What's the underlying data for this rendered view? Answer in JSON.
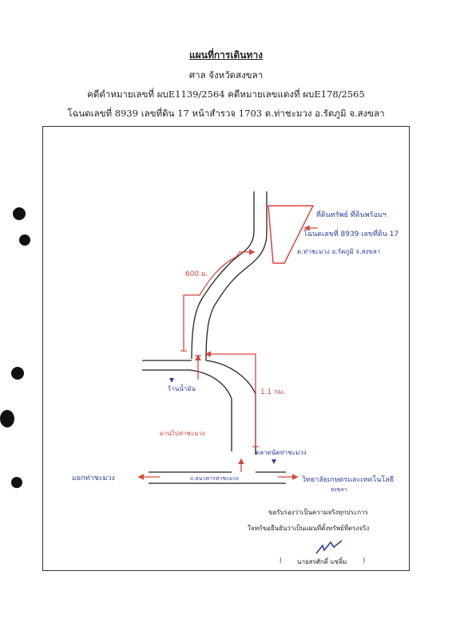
{
  "header": {
    "title": "แผนที่การเดินทาง",
    "court": "ศาล จังหวัดสงขลา",
    "case_line": "คดีดำหมายเลขที่ ผบE1139/2564 คดีหมายเลขแดงที่ ผบE178/2565",
    "property_line": "โฉนดเลขที่ 8939  เลขที่ดิน 17 หน้าสำรวจ 1703 ต.ท่าชะมวง อ.รัตภูมิ จ.สงขลา"
  },
  "map": {
    "land_label_lines": [
      "ที่ดินทรัพย์ ที่ดินพร้อมฯ",
      "โฉนดเลขที่ 8939  เลขที่ดิน 17",
      "ต.ท่าชะมวง อ.รัตภูมิ จ.สงขลา"
    ],
    "distance_top": "600 ม.",
    "distance_mid": "1.1 กม.",
    "landmark_shop": "ร้านน้ำมัน",
    "landmark_market": "ตลาดนัดท่าชะมวง",
    "red_label_left": "ผ่านไปท่าชะมวง",
    "road_name": "ถ.ธนาคารท่าชะมวง",
    "direction_left": "แยกท่าชะมวง",
    "direction_right": "วิทยาลัยเกษตรและเทคโนโลยี",
    "direction_right_sub": "สงขลา",
    "colors": {
      "red": "#d9463b",
      "blue": "#2b3f9e",
      "black": "#222222"
    }
  },
  "certification": {
    "line1": "ขอรับรองว่าเป็นความจริงทุกประการ",
    "line2": "ใจทก์ขอยืนยันว่าเป็นแผนที่ตั้งทรัพย์ที่ตรงจริง",
    "paren_open": "(",
    "signer": "นายสรศักดิ์  แซ่ลิ้ม",
    "paren_close": ")"
  }
}
